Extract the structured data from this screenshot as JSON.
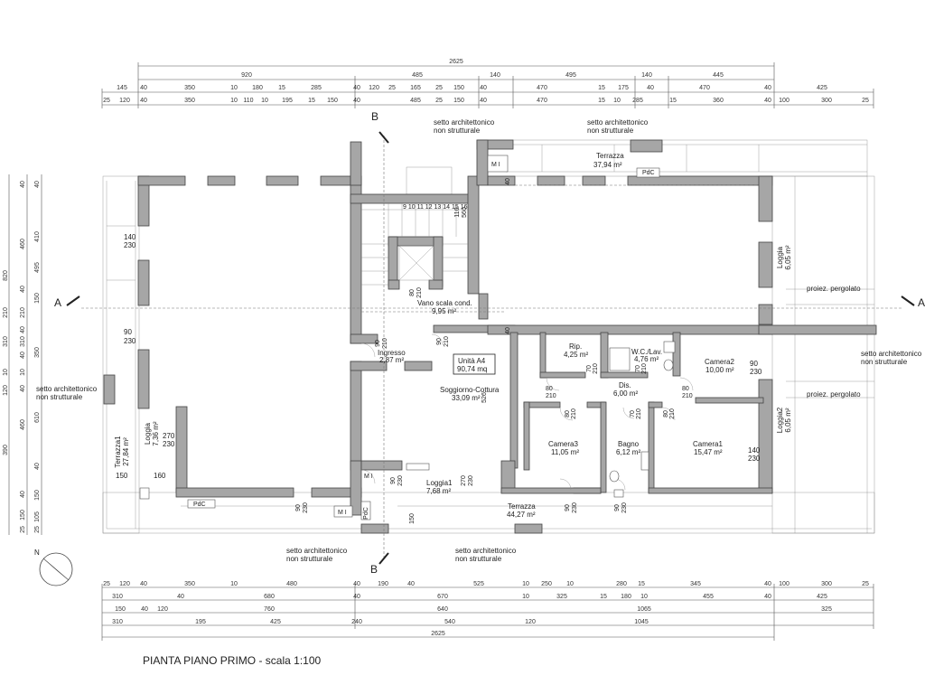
{
  "title": "PIANTA PIANO PRIMO - scala 1:100",
  "rooms": {
    "terrazza_top": "Terrazza",
    "terrazza_top_area": "37,94 m²",
    "vano_scala": "Vano scala cond.",
    "vano_scala_area": "9,95 m²",
    "ingresso": "Ingresso",
    "ingresso_area": "2,87 m²",
    "unita": "Unità A4",
    "unita_area": "90,74 mq",
    "soggiorno": "Soggiorno-Cottura",
    "soggiorno_area": "33,09 m²",
    "rip": "Rip.",
    "rip_area": "4,25 m²",
    "wc": "W.C./Lav.",
    "wc_area": "4,76 m²",
    "camera2": "Camera2",
    "camera2_area": "10,00 m²",
    "dis": "Dis.",
    "dis_area": "6,00 m²",
    "camera3": "Camera3",
    "camera3_area": "11,05 m²",
    "bagno": "Bagno",
    "bagno_area": "6,12 m²",
    "camera1": "Camera1",
    "camera1_area": "15,47 m²",
    "loggia1": "Loggia1",
    "loggia1_area": "7,68 m²",
    "terrazza_bottom": "Terrazza",
    "terrazza_bottom_area": "44,27 m²",
    "loggia_left": "Loggia",
    "loggia_left_area": "7,36 m²",
    "terrazza1": "Terrazza1",
    "terrazza1_area": "27,84 m²",
    "loggia_right": "Loggia",
    "loggia_right_area": "6,05 m²",
    "loggia2": "Loggia2",
    "loggia2_area": "6,05 m²"
  },
  "notes": {
    "setto_1": "setto architettonico",
    "setto_2": "non strutturale",
    "proiez": "proiez. pergolato",
    "pdc": "PdC",
    "mi": "M I"
  },
  "section_marks": {
    "a": "A",
    "b": "B",
    "north": "N"
  },
  "openings": {
    "o140_230": [
      "140",
      "230"
    ],
    "o90_230": [
      "90",
      "230"
    ],
    "o270_230": [
      "270",
      "230"
    ],
    "o150": "150",
    "o160": "160",
    "o80_210": [
      "80",
      "210"
    ],
    "o90_210": [
      "90",
      "210"
    ],
    "o70_210": [
      "70",
      "210"
    ],
    "o110_560": [
      "110",
      "560"
    ],
    "o526": "526",
    "o40": "40",
    "stair_nums": "9 10 11 12 13 14 15 16"
  },
  "dims_top": {
    "row1": [
      "2625"
    ],
    "row2": [
      "920",
      "485",
      "140",
      "495",
      "140",
      "445"
    ],
    "row3": [
      "145",
      "40",
      "350",
      "10",
      "180",
      "15",
      "285",
      "40",
      "120",
      "25",
      "165",
      "25",
      "150",
      "40",
      "470",
      "15",
      "175",
      "40",
      "470",
      "40",
      "425"
    ],
    "row4": [
      "25",
      "120",
      "40",
      "350",
      "10",
      "110",
      "10",
      "195",
      "15",
      "150",
      "40",
      "485",
      "25",
      "150",
      "40",
      "470",
      "15",
      "10",
      "285",
      "15",
      "360",
      "40",
      "100",
      "300",
      "25"
    ]
  },
  "dims_bottom": {
    "row1": [
      "25",
      "120",
      "40",
      "350",
      "10",
      "480",
      "40",
      "190",
      "40",
      "525",
      "10",
      "250",
      "10",
      "280",
      "15",
      "345",
      "40",
      "100",
      "300",
      "25"
    ],
    "row2": [
      "310",
      "40",
      "680",
      "40",
      "670",
      "10",
      "325",
      "15",
      "180",
      "10",
      "455",
      "40",
      "425"
    ],
    "row3": [
      "150",
      "40",
      "120",
      "760",
      "640",
      "1065",
      "325"
    ],
    "row4": [
      "310",
      "195",
      "425",
      "240",
      "540",
      "120",
      "1045"
    ],
    "row5": [
      "2625"
    ]
  },
  "dims_left": {
    "col1": [
      "820",
      "210",
      "310",
      "10",
      "120",
      "390"
    ],
    "col2": [
      "40",
      "460",
      "40",
      "210",
      "40",
      "310",
      "40",
      "10",
      "40",
      "460",
      "40",
      "150",
      "25"
    ],
    "col3": [
      "40",
      "410",
      "495",
      "150",
      "350",
      "610",
      "40",
      "150",
      "105",
      "25"
    ]
  }
}
